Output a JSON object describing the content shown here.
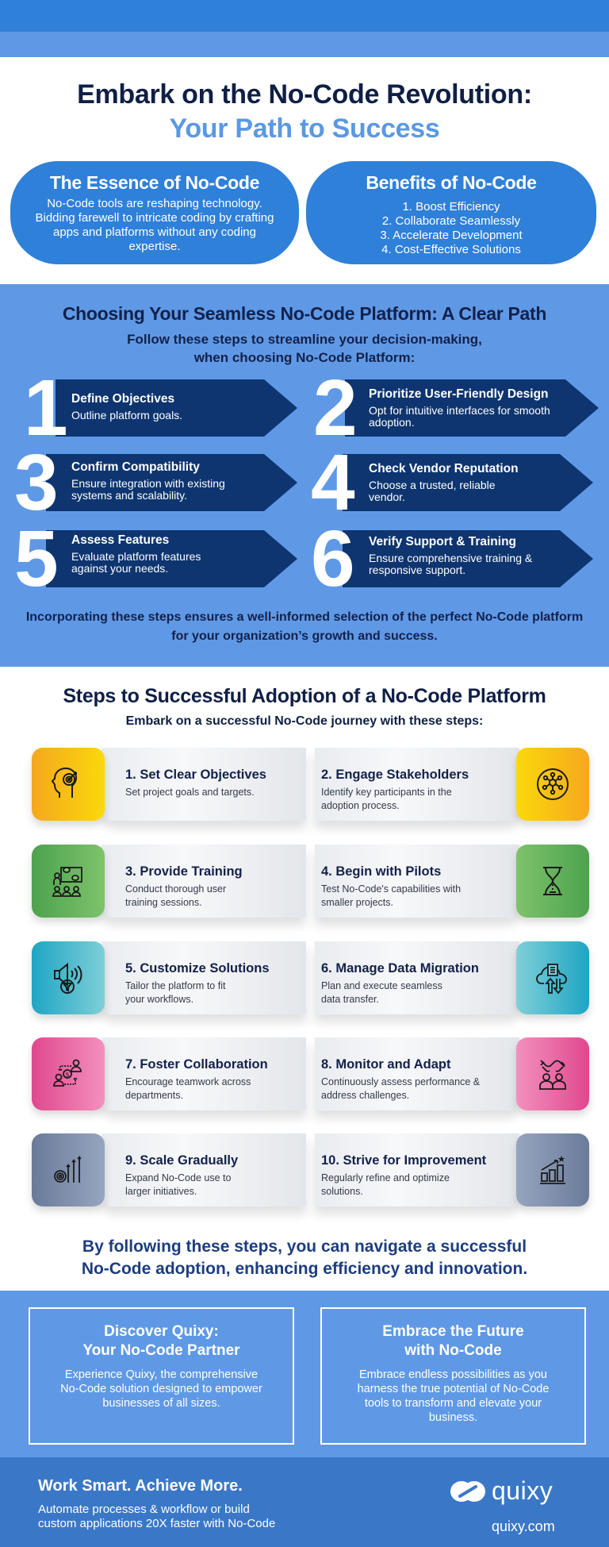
{
  "header": {
    "title_line1": "Embark on the No-Code Revolution:",
    "title_line2": "Your Path to Success"
  },
  "essence": {
    "title": "The Essence of No-Code",
    "text": "No-Code tools are reshaping technology. Bidding farewell to intricate coding by crafting apps and platforms without any coding expertise."
  },
  "benefits": {
    "title": "Benefits of No-Code",
    "items": [
      "1. Boost Efficiency",
      "2. Collaborate Seamlessly",
      "3. Accelerate Development",
      "4. Cost-Effective Solutions"
    ]
  },
  "choosing": {
    "title": "Choosing Your Seamless No-Code Platform: A Clear Path",
    "subtitle_line1": "Follow these steps to streamline your decision-making,",
    "subtitle_line2": "when choosing No-Code Platform:",
    "steps": [
      {
        "num": "1",
        "title": "Define Objectives",
        "desc": "Outline platform goals."
      },
      {
        "num": "2",
        "title": "Prioritize User-Friendly Design",
        "desc": "Opt for intuitive interfaces for smooth adoption."
      },
      {
        "num": "3",
        "title": "Confirm Compatibility",
        "desc": "Ensure integration with existing systems and scalability."
      },
      {
        "num": "4",
        "title": "Check Vendor Reputation",
        "desc": "Choose a trusted, reliable vendor."
      },
      {
        "num": "5",
        "title": "Assess Features",
        "desc": "Evaluate platform features against your needs."
      },
      {
        "num": "6",
        "title": "Verify Support & Training",
        "desc": "Ensure comprehensive training & responsive support."
      }
    ],
    "footer": "Incorporating these steps ensures a well-informed selection of the perfect No-Code platform for your organization’s growth and success."
  },
  "adoption": {
    "title": "Steps to Successful Adoption of a No-Code Platform",
    "subtitle": "Embark on a successful No-Code journey with these steps:",
    "steps": [
      {
        "title": "1. Set Clear Objectives",
        "desc": "Set project goals and targets.",
        "icon": "head-target-icon",
        "color_from": "#f5a81e",
        "color_to": "#fbd80c"
      },
      {
        "title": "2. Engage Stakeholders",
        "desc": "Identify key participants in the adoption process.",
        "icon": "network-circle-icon",
        "color_from": "#fbd80c",
        "color_to": "#f5a81e"
      },
      {
        "title": "3. Provide Training",
        "desc": "Conduct thorough user training sessions.",
        "icon": "training-presentation-icon",
        "color_from": "#4ea24e",
        "color_to": "#7dc36b"
      },
      {
        "title": "4. Begin with Pilots",
        "desc": "Test No-Code's capabilities with smaller projects.",
        "icon": "hourglass-icon",
        "color_from": "#7dc36b",
        "color_to": "#4ea24e"
      },
      {
        "title": "5. Customize Solutions",
        "desc": "Tailor the platform to fit your workflows.",
        "icon": "megaphone-filter-icon",
        "color_from": "#1ea5c4",
        "color_to": "#7fcfd8"
      },
      {
        "title": "6. Manage Data Migration",
        "desc": "Plan and execute seamless data transfer.",
        "icon": "cloud-transfer-icon",
        "color_from": "#7fcfd8",
        "color_to": "#1ea5c4"
      },
      {
        "title": "7. Foster Collaboration",
        "desc": "Encourage teamwork across departments.",
        "icon": "exchange-people-icon",
        "color_from": "#e0488e",
        "color_to": "#f390be"
      },
      {
        "title": "8. Monitor and Adapt",
        "desc": "Continuously assess performance & address challenges.",
        "icon": "handshake-team-icon",
        "color_from": "#f390be",
        "color_to": "#e0488e"
      },
      {
        "title": "9. Scale Gradually",
        "desc": "Expand No-Code use to larger initiatives.",
        "icon": "growth-arrows-icon",
        "color_from": "#6a7b9a",
        "color_to": "#96a5bf"
      },
      {
        "title": "10. Strive for Improvement",
        "desc": "Regularly refine and optimize solutions.",
        "icon": "bar-chart-star-icon",
        "color_from": "#96a5bf",
        "color_to": "#6a7b9a"
      }
    ],
    "closing_line1": "By following these steps, you can navigate a successful",
    "closing_line2": "No-Code adoption, enhancing efficiency and innovation."
  },
  "promo": {
    "left": {
      "title_line1": "Discover Quixy:",
      "title_line2": "Your No-Code Partner",
      "text": "Experience Quixy, the comprehensive No-Code solution designed to empower businesses of all sizes."
    },
    "right": {
      "title_line1": "Embrace the Future",
      "title_line2": "with No-Code",
      "text": "Embrace endless possibilities as you harness the true potential of No-Code tools to transform and elevate your business."
    }
  },
  "footer": {
    "tagline": "Work Smart. Achieve More.",
    "desc_line1": "Automate processes & workflow or build",
    "desc_line2": "custom applications 20X faster with No-Code",
    "brand": "quixy",
    "url": "quixy.com"
  },
  "colors": {
    "top_bar": "#2e80d8",
    "light_blue": "#5f99e6",
    "navy": "#0e3570",
    "title_dark": "#0f1f45",
    "footer_blue": "#3a78c7"
  }
}
